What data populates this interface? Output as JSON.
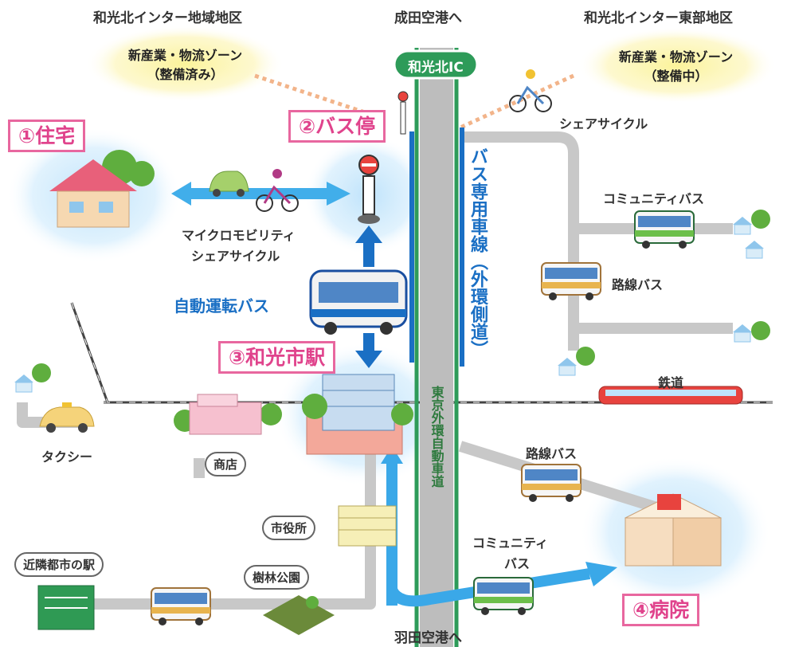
{
  "header": {
    "left_area": "和光北インター地域地区",
    "right_area": "和光北インター東部地区",
    "top_direction": "成田空港へ",
    "bottom_direction": "羽田空港へ"
  },
  "zones": {
    "left": {
      "line1": "新産業・物流ゾーン",
      "line2": "（整備済み）"
    },
    "right": {
      "line1": "新産業・物流ゾーン",
      "line2": "（整備中）"
    }
  },
  "interchange": "和光北IC",
  "places": {
    "housing": "①住宅",
    "bus_stop": "②バス停",
    "wako_station": "③和光市駅",
    "hospital": "④病院"
  },
  "labels": {
    "micromobility": "マイクロモビリティ",
    "share_cycle_left": "シェアサイクル",
    "share_cycle_right": "シェアサイクル",
    "autonomous_bus": "自動運転バス",
    "bus_lane": "バス専用車線（外環側道）",
    "expressway": "東京外環自動車道",
    "community_bus_top": "コミュニティバス",
    "route_bus_right": "路線バス",
    "railway": "鉄道",
    "route_bus_lower": "路線バス",
    "community_bus_lower_1": "コミュニティ",
    "community_bus_lower_2": "バス",
    "taxi": "タクシー"
  },
  "pills": {
    "shop": "商店",
    "city_hall": "市役所",
    "park": "樹林公園",
    "neighbor_station": "近隣都市の駅"
  },
  "colors": {
    "pink_accent": "#e0438c",
    "blue_accent": "#1a6fc4",
    "road_gray": "#c8c8c8",
    "expressway_green": "#2e9b59",
    "arrow_blue": "#3aa8e8"
  }
}
